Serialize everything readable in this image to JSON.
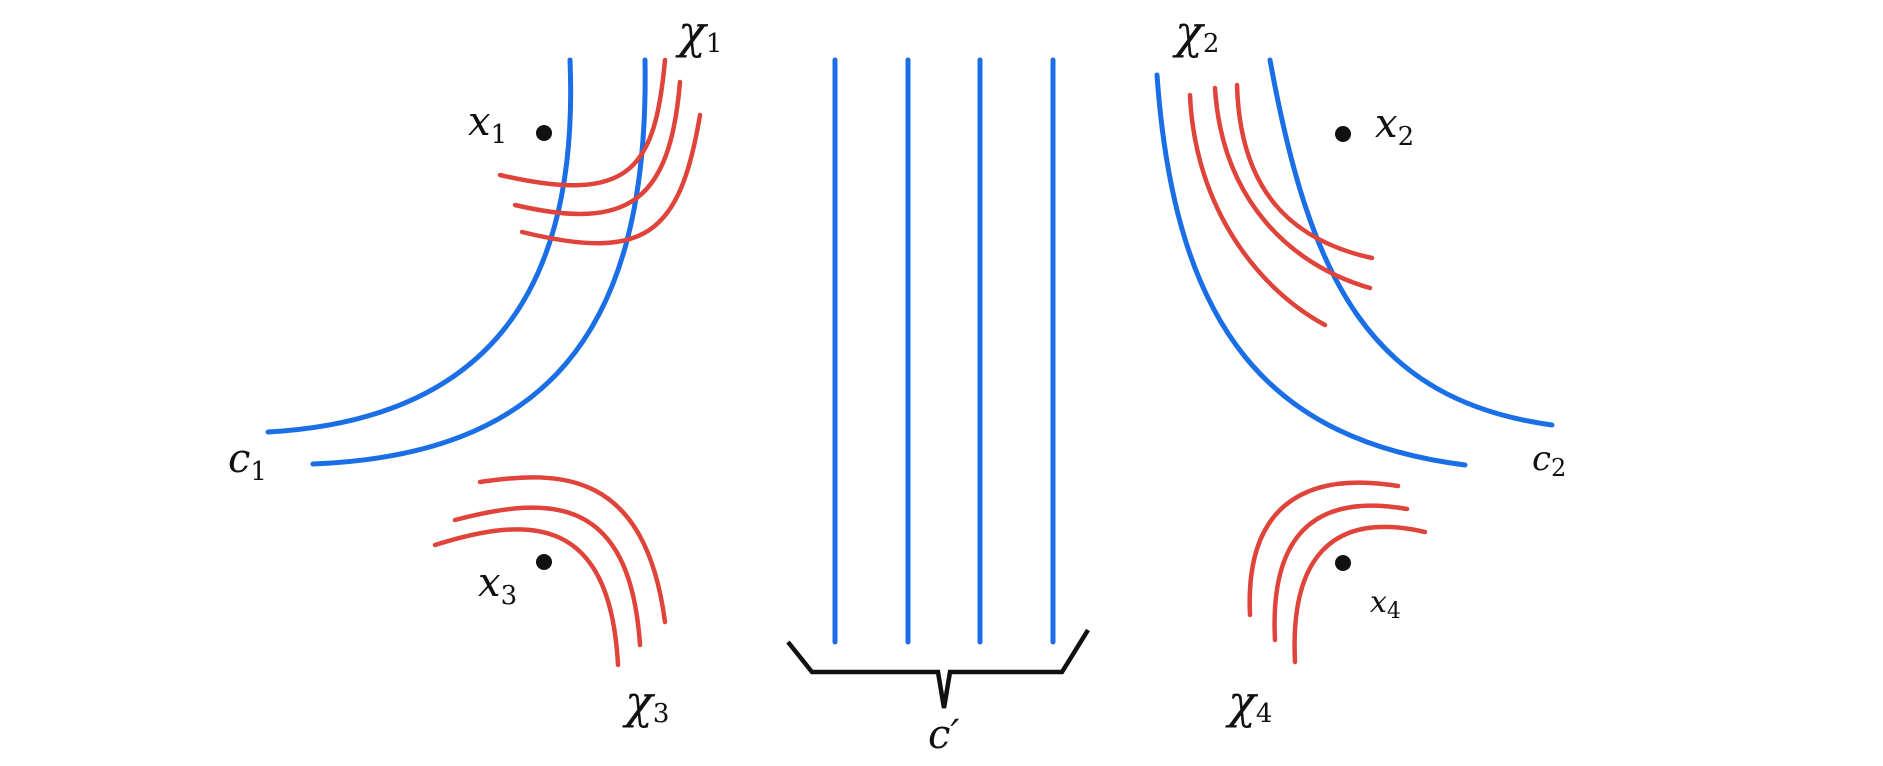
{
  "colors": {
    "curve_blue": "#1a6fe6",
    "curve_red": "#e0433a",
    "ink": "#111111"
  },
  "labels": {
    "chi1": {
      "base": "χ",
      "sub": "1"
    },
    "chi2": {
      "base": "χ",
      "sub": "2"
    },
    "chi3": {
      "base": "χ",
      "sub": "3"
    },
    "chi4": {
      "base": "χ",
      "sub": "4"
    },
    "x1": {
      "base": "x",
      "sub": "1"
    },
    "x2": {
      "base": "x",
      "sub": "2"
    },
    "x3": {
      "base": "x",
      "sub": "3"
    },
    "x4": {
      "base": "x",
      "sub": "4"
    },
    "c1": {
      "base": "c",
      "sub": "1"
    },
    "c2": {
      "base": "c",
      "sub": "2"
    },
    "cprime": "c′"
  }
}
